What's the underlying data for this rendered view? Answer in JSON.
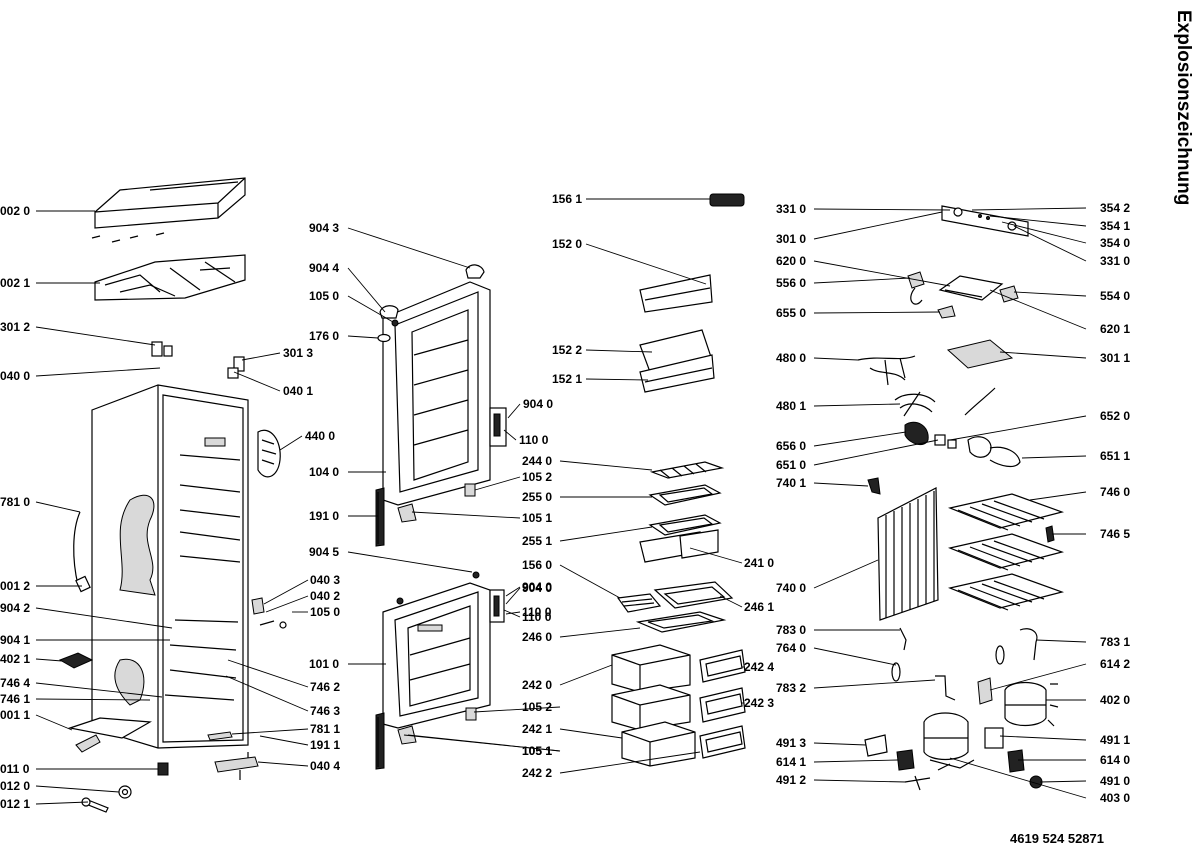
{
  "title": "Explosionszeichnung",
  "document_number": "4619 524 52871",
  "part_labels": [
    "002 0",
    "002 1",
    "301 2",
    "040 0",
    "301 3",
    "040 1",
    "440 0",
    "781 0",
    "001 2",
    "904 2",
    "904 1",
    "402 1",
    "746 4",
    "746 1",
    "001 1",
    "011 0",
    "012 0",
    "012 1",
    "040 3",
    "040 2",
    "105 0",
    "746 2",
    "746 3",
    "781 1",
    "191 1",
    "040 4",
    "904 3",
    "904 4",
    "105 0",
    "176 0",
    "104 0",
    "191 0",
    "904 5",
    "101 0",
    "904 0",
    "110 0",
    "105 2",
    "105 1",
    "156 1",
    "152 0",
    "152 2",
    "152 1",
    "904 0",
    "110 0",
    "244 0",
    "105 2",
    "255 0",
    "105 1",
    "255 1",
    "241 0",
    "156 0",
    "904 0",
    "110 0",
    "246 1",
    "246 0",
    "242 0",
    "242 4",
    "242 3",
    "242 1",
    "105 1",
    "242 2",
    "331 0",
    "301 0",
    "620 0",
    "556 0",
    "655 0",
    "480 0",
    "480 1",
    "656 0",
    "651 0",
    "740 1",
    "740 0",
    "783 0",
    "764 0",
    "783 2",
    "491 3",
    "614 1",
    "491 2",
    "354 2",
    "354 1",
    "354 0",
    "331 0",
    "554 0",
    "620 1",
    "301 1",
    "652 0",
    "651 1",
    "746 0",
    "746 5",
    "783 1",
    "614 2",
    "402 0",
    "491 1",
    "614 0",
    "491 0",
    "403 0"
  ]
}
